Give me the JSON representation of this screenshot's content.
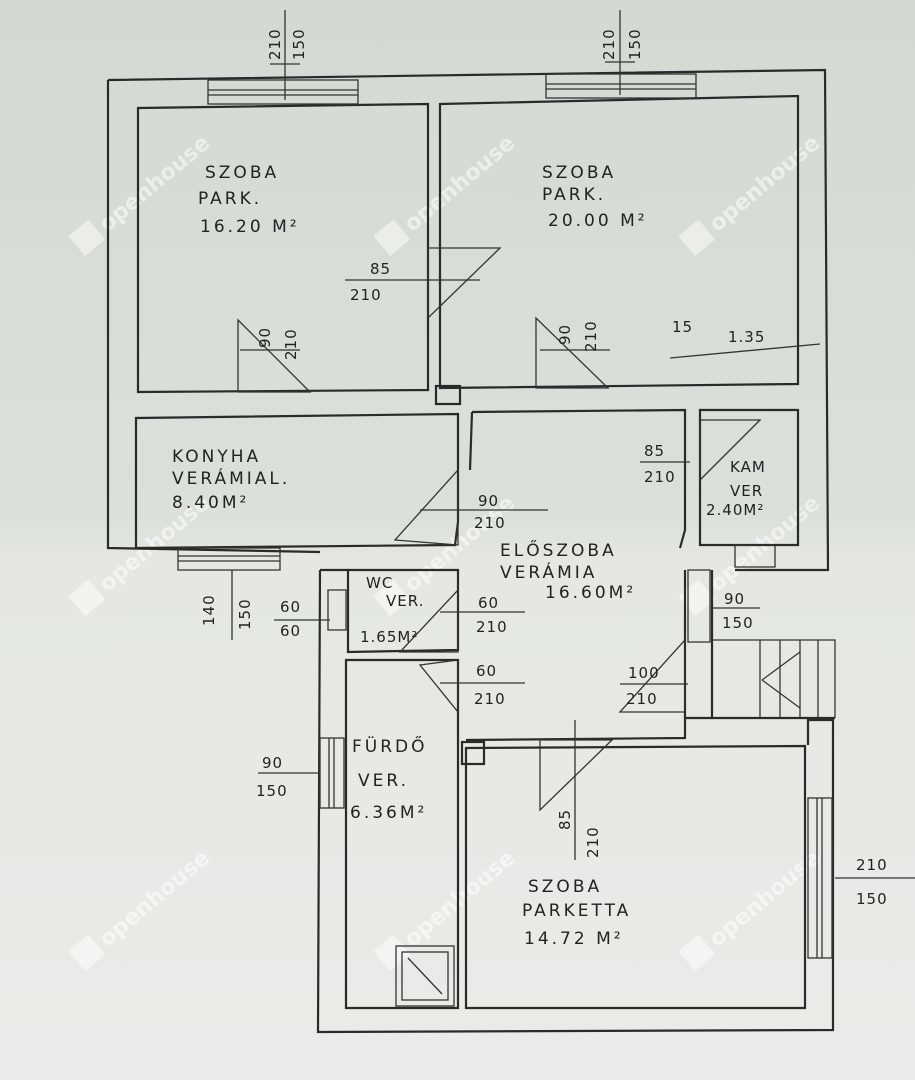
{
  "rooms": {
    "room1": {
      "name": "SZOBA",
      "floor": "PARK.",
      "area": "16.20 M²"
    },
    "room2": {
      "name": "SZOBA",
      "floor": "PARK.",
      "area": "20.00 M²"
    },
    "kitchen": {
      "name": "KONYHA",
      "floor": "VERÁMIAL.",
      "area": "8.40M²"
    },
    "pantry": {
      "name": "KAM",
      "floor": "VER",
      "area": "2.40M²"
    },
    "hall": {
      "name": "ELŐSZOBA",
      "floor": "VERÁMIA",
      "area": "16.60M²"
    },
    "wc": {
      "name": "WC",
      "floor": "VER.",
      "area": "1.65M²"
    },
    "bath": {
      "name": "FÜRDŐ",
      "floor": "VER.",
      "area": "6.36M²"
    },
    "room3": {
      "name": "SZOBA",
      "floor": "PARKETTA",
      "area": "14.72 M²"
    }
  },
  "dimensions": {
    "win1_top": "210",
    "win1_bot": "150",
    "win2_top": "210",
    "win2_bot": "150",
    "door_r1r2_top": "85",
    "door_r1r2_bot": "210",
    "door_r1_top": "90",
    "door_r1_bot": "210",
    "door_r2_top": "90",
    "door_r2_bot": "210",
    "wall_a": "15",
    "wall_b": "1.35",
    "door_pantry_top": "85",
    "door_pantry_bot": "210",
    "door_kitchen_top": "90",
    "door_kitchen_bot": "210",
    "win_kitchen_top": "140",
    "win_kitchen_bot": "150",
    "win_wc_top": "60",
    "win_wc_bot": "60",
    "door_wc_top": "60",
    "door_wc_bot": "210",
    "door_bath_top": "60",
    "door_bath_bot": "210",
    "door_hall_top": "100",
    "door_hall_bot": "210",
    "win_hall_top": "90",
    "win_hall_bot": "150",
    "win_bath_top": "90",
    "win_bath_bot": "150",
    "door_r3_top": "85",
    "door_r3_bot": "210",
    "win_r3_top": "210",
    "win_r3_bot": "150"
  },
  "watermark": "openhouse"
}
